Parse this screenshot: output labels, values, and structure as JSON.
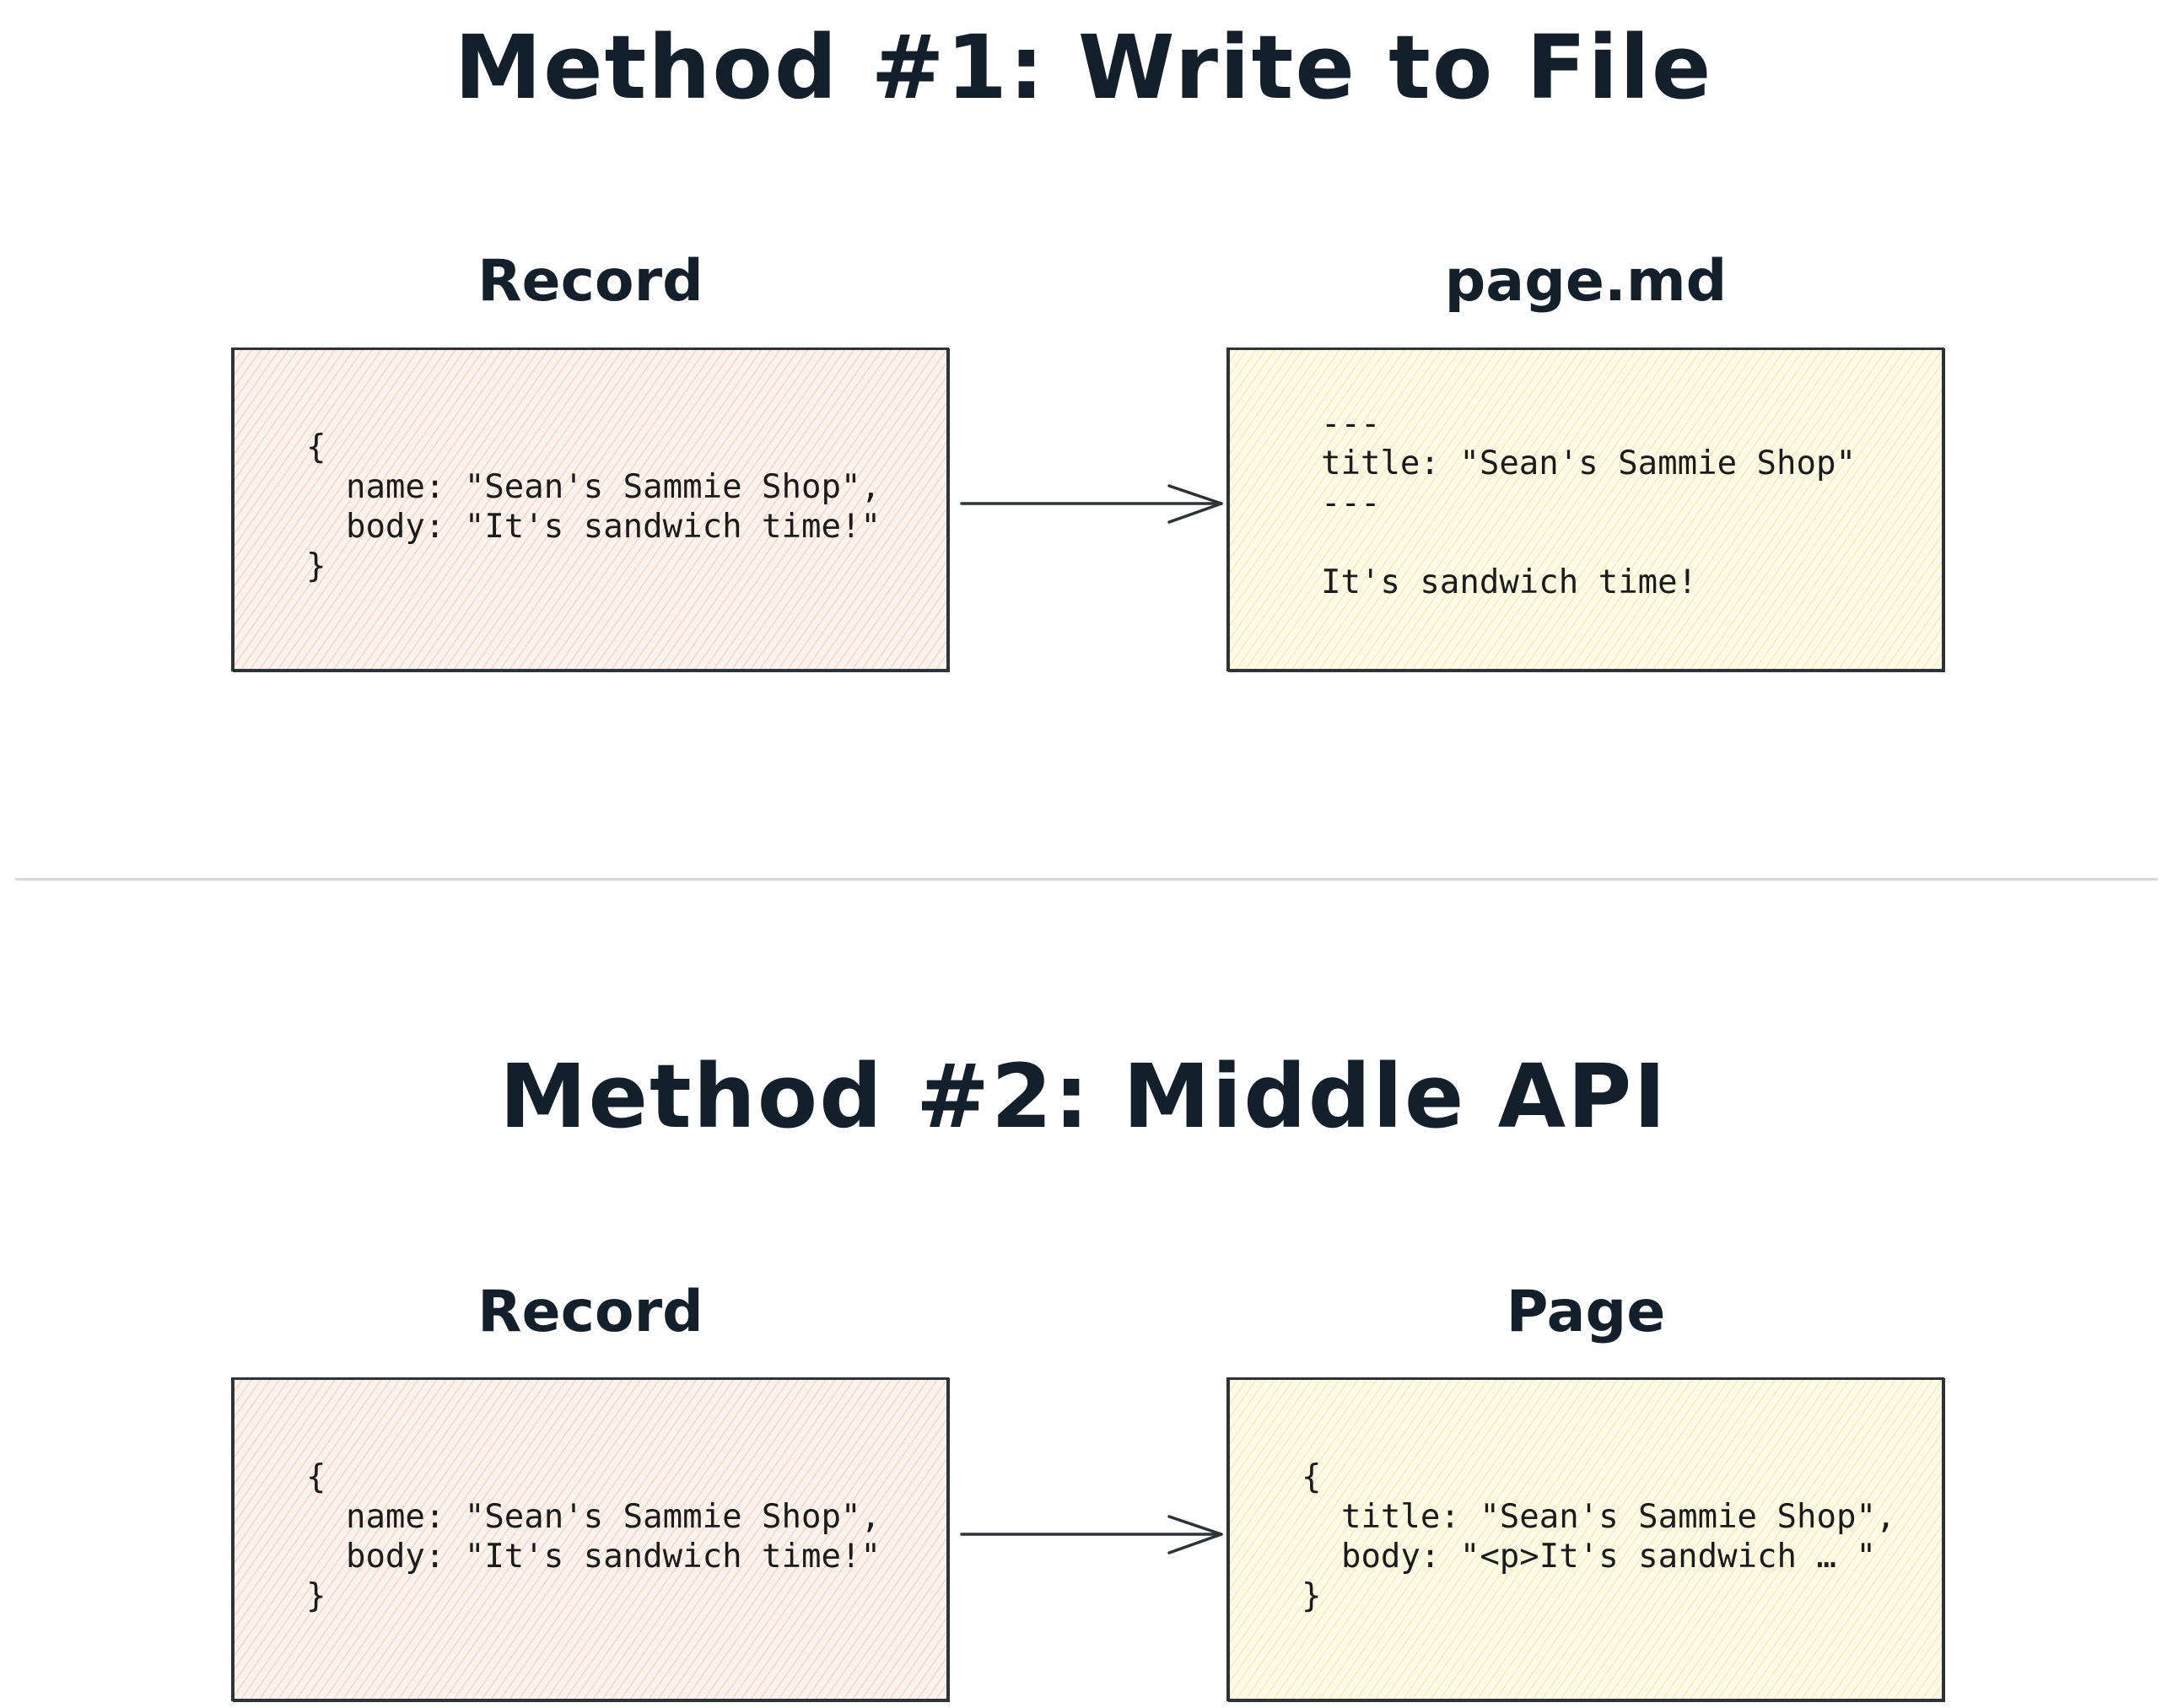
{
  "section1": {
    "heading": "Method #1: Write to File",
    "left_label": "Record",
    "right_label": "page.md",
    "left_code": "{\n  name: \"Sean's Sammie Shop\",\n  body: \"It's sandwich time!\"\n}",
    "right_code": "---\ntitle: \"Sean's Sammie Shop\"\n---\n\nIt's sandwich time!"
  },
  "section2": {
    "heading": "Method #2: Middle API",
    "left_label": "Record",
    "right_label": "Page",
    "left_code": "{\n  name: \"Sean's Sammie Shop\",\n  body: \"It's sandwich time!\"\n}",
    "right_code": "{\n  title: \"Sean's Sammie Shop\",\n  body: \"<p>It's sandwich … \"\n}"
  },
  "colors": {
    "record_fill": "#fdf3ee",
    "page_fill": "#fdfbe8",
    "stroke": "#2e3338",
    "divider": "#d8d8d8"
  }
}
